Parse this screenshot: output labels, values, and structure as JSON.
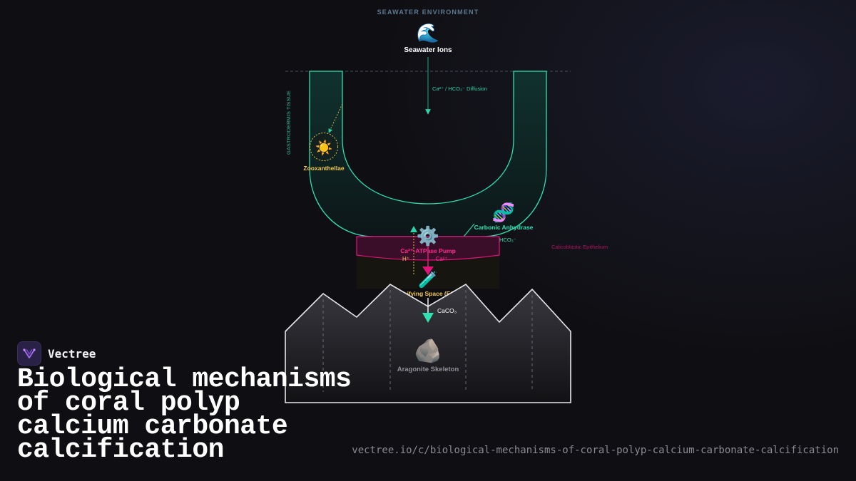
{
  "diagram": {
    "environment_label": "SEAWATER ENVIRONMENT",
    "seawater_icon": "🌊",
    "seawater_label": "Seawater Ions",
    "diffusion_label": "Ca²⁺ / HCO₃⁻ Diffusion",
    "gastrodermis_label": "GASTRODERMIS TISSUE",
    "zooxanthellae_icon": "☀️",
    "zooxanthellae_label": "Zooxanthellae",
    "carbonic_icon": "🧬",
    "carbonic_label": "Carbonic Anhydrase",
    "carbonic_reaction": "CO₂ → HCO₃⁻",
    "pump_icon": "⚙️",
    "pump_label": "Ca²⁺-ATPase Pump",
    "h_label": "H⁺",
    "ca_label": "Ca²⁺",
    "epithelium_label": "Calicoblastic Epithelium",
    "ecm_icon": "🧪",
    "ecm_label": "Calcifying Space (ECM)",
    "caco3_label": "CaCO₃",
    "skeleton_icon": "🪨",
    "skeleton_label": "Aragonite Skeleton"
  },
  "brand": {
    "name": "Vectree",
    "logo_icon": "vectree-logo-icon"
  },
  "title": "Biological mechanisms of coral polyp calcium carbonate calcification",
  "url": "vectree.io/c/biological-mechanisms-of-coral-polyp-calcium-carbonate-calcification",
  "colors": {
    "background": "#0f0f13",
    "tissue": "#2fe0b0",
    "pump": "#e0157a",
    "accent_yellow": "#f2c94c",
    "skeleton": "#e8e8ec"
  }
}
